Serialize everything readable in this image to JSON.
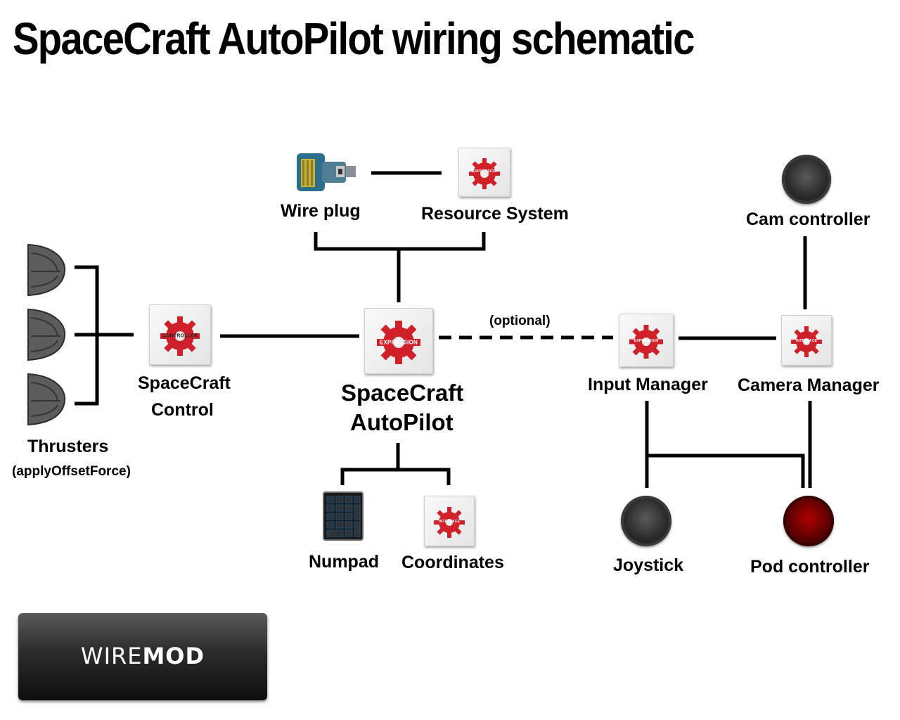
{
  "title": "SpaceCraft AutoPilot wiring schematic",
  "nodes": {
    "wire_plug": "Wire plug",
    "resource_system": "Resource System",
    "resource_system_chip": "EXPRESSION",
    "cam_controller": "Cam controller",
    "thrusters": "Thrusters",
    "thrusters_note": "(applyOffsetForce)",
    "spacecraft_control_1": "SpaceCraft",
    "spacecraft_control_2": "Control",
    "spacecraft_control_chip": "CONTROLLER",
    "autopilot_1": "SpaceCraft",
    "autopilot_2": "AutoPilot",
    "autopilot_chip": "EXPRESSION",
    "optional": "(optional)",
    "input_manager": "Input Manager",
    "input_manager_chip": "EXPRESSION",
    "camera_manager": "Camera Manager",
    "camera_manager_chip": "INTERFACE",
    "numpad": "Numpad",
    "coordinates": "Coordinates",
    "coordinates_chip": "INTERFACE",
    "joystick": "Joystick",
    "pod_controller": "Pod controller"
  },
  "logo": {
    "prefix": "WIRE",
    "suffix": "MOD"
  },
  "colors": {
    "wire": "#000000",
    "chip_gear": "#d0202a",
    "pod_red": "#8b0000"
  }
}
